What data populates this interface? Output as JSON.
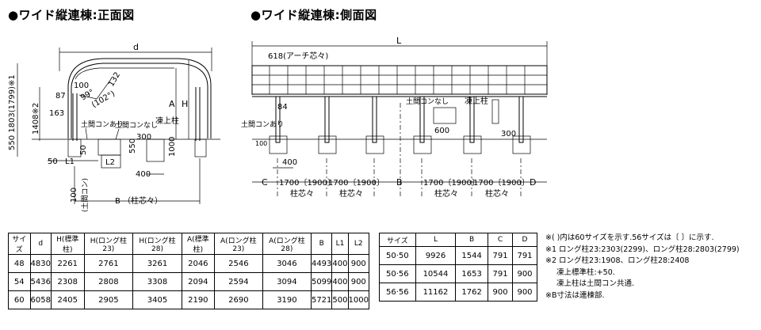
{
  "titles": {
    "front": "●ワイド縦連棟:正面図",
    "side": "●ワイド縦連棟:側面図"
  },
  "front": {
    "d": "d",
    "left_dim": "550 1803(1799)※1",
    "h1408": "1408※2",
    "d87": "87",
    "d163": "163",
    "d100": "100",
    "a99": "99°",
    "a102": "(102°)",
    "d132": "132",
    "A": "A",
    "H": "H",
    "doma_ari": "土間コンあり",
    "doma_nashi": "土間コンなし",
    "tojo": "凍上柱",
    "d300": "300",
    "d550": "550",
    "d1000": "1000",
    "d50a": "50",
    "d50b": "50",
    "L1": "L1",
    "L2": "L2",
    "d400": "400",
    "d100v": "100",
    "doma_v": "(土間コン)",
    "B": "B （柱芯々）"
  },
  "side": {
    "L": "L",
    "arch": "618(アーチ芯々)",
    "d84": "84",
    "doma_ari": "土間コンあり",
    "doma_nashi": "土間コンなし",
    "tojo": "凍上柱",
    "d300": "300",
    "d600": "600",
    "d400": "400",
    "d100": "100",
    "C": "C",
    "B": "B",
    "D": "D",
    "span1": "1700〔1900〕",
    "span2": "1700〔1900〕",
    "span3": "1700〔1900〕",
    "span4": "1700〔1900〕",
    "pitch1": "柱芯々",
    "pitch2": "柱芯々",
    "pitch3": "柱芯々",
    "pitch4": "柱芯々"
  },
  "table1": {
    "headers": [
      "サイズ",
      "d",
      "H(標準柱)",
      "H(ロング柱23)",
      "H(ロング柱28)",
      "A(標準柱)",
      "A(ロング柱23)",
      "A(ロング柱28)",
      "B",
      "L1",
      "L2"
    ],
    "rows": [
      [
        "48",
        "4830",
        "2261",
        "2761",
        "3261",
        "2046",
        "2546",
        "3046",
        "4493",
        "400",
        "900"
      ],
      [
        "54",
        "5436",
        "2308",
        "2808",
        "3308",
        "2094",
        "2594",
        "3094",
        "5099",
        "400",
        "900"
      ],
      [
        "60",
        "6058",
        "2405",
        "2905",
        "3405",
        "2190",
        "2690",
        "3190",
        "5721",
        "500",
        "1000"
      ]
    ]
  },
  "table2": {
    "headers": [
      "サイズ",
      "L",
      "B",
      "C",
      "D"
    ],
    "rows": [
      [
        "50·50",
        "9926",
        "1544",
        "791",
        "791"
      ],
      [
        "50·56",
        "10544",
        "1653",
        "791",
        "900"
      ],
      [
        "56·56",
        "11162",
        "1762",
        "900",
        "900"
      ]
    ]
  },
  "notes": [
    "※(  )内は60サイズを示す.56サイズは〔  〕に示す.",
    "※1 ロング柱23:2303(2299)、ロング柱28:2803(2799)",
    "※2 ロング柱23:1908、ロング柱28:2408",
    "凍上標準柱:+50.",
    "凍上柱は土間コン共通.",
    "※B寸法は連棟部."
  ]
}
